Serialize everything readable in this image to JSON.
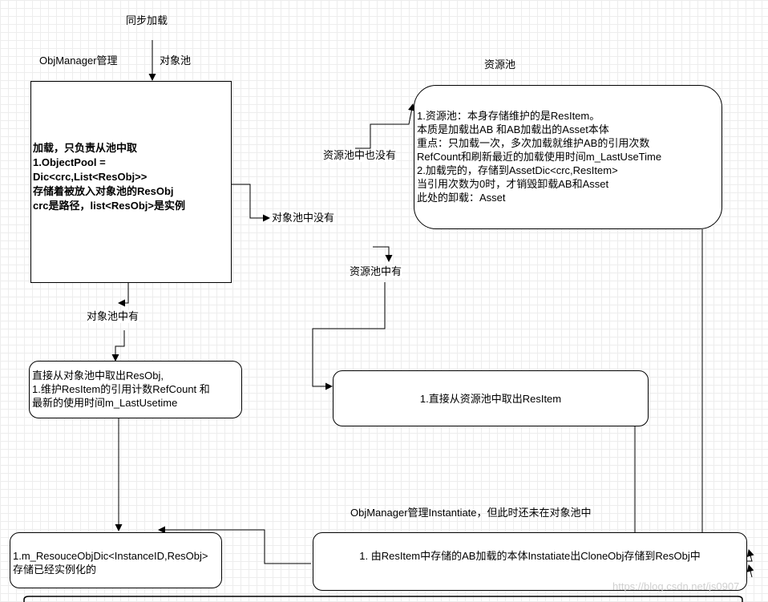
{
  "labels": {
    "sync_load": "同步加载",
    "obj_manager": "ObjManager管理",
    "object_pool": "对象池",
    "resource_pool_title": "资源池",
    "resource_pool_none": "资源池中也没有",
    "object_pool_none": "对象池中没有",
    "resource_pool_has": "资源池中有",
    "object_pool_has": "对象池中有",
    "instantiate_note": "ObjManager管理Instantiate，但此时还未在对象池中"
  },
  "nodes": {
    "object_pool_box": [
      "加载，只负责从池中取",
      "1.ObjectPool =",
      "Dic<crc,List<ResObj>>",
      "存储着被放入对象池的ResObj",
      "crc是路径，list<ResObj>是实例"
    ],
    "resource_pool_box": [
      "1.资源池：本身存储维护的是ResItem。",
      "本质是加载出AB 和AB加载出的Asset本体",
      "重点：只加载一次，多次加载就维护AB的引用次数",
      "RefCount和刷新最近的加载使用时间m_LastUseTime",
      "2.加载完的，存储到AssetDic<crc,ResItem>",
      "当引用次数为0时，才销毁卸载AB和Asset",
      "此处的卸载：Asset"
    ],
    "take_from_object_pool": [
      "直接从对象池中取出ResObj,",
      "1.维护ResItem的引用计数RefCount 和",
      "最新的使用时间m_LastUsetime"
    ],
    "take_from_resource_pool": [
      "1.直接从资源池中取出ResItem"
    ],
    "resobj_dic": [
      "1.m_ResouceObjDic<InstanceID,ResObj>",
      "存储已经实例化的"
    ],
    "instantiate_box": [
      "1. 由ResItem中存储的AB加载的本体Instatiate出CloneObj存储到ResObj中"
    ]
  },
  "watermark": "https://blog.csdn.net/js0907",
  "colors": {
    "line": "#000000",
    "grid": "#ededed",
    "node_fill": "#ffffff"
  }
}
